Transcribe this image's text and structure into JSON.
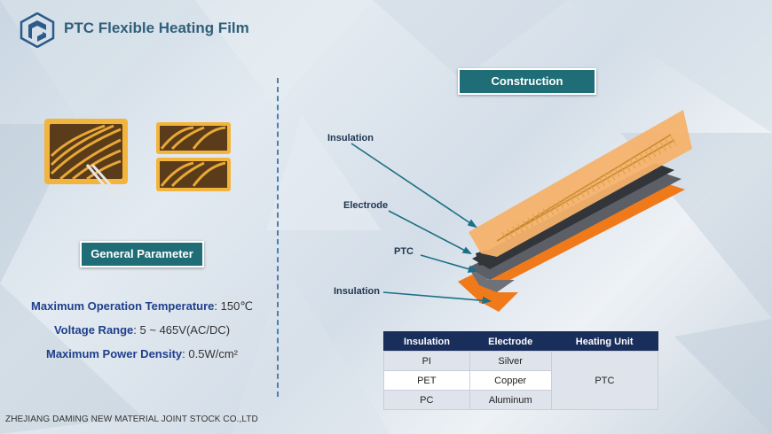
{
  "header": {
    "title": "PTC Flexible Heating Film"
  },
  "general_parameter": {
    "badge": "General Parameter",
    "rows": [
      {
        "label": "Maximum Operation Temperature",
        "sep": ": ",
        "value": "150℃"
      },
      {
        "label": "Voltage Range",
        "sep": ": ",
        "value": "5 ~ 465V(AC/DC)"
      },
      {
        "label": "Maximum Power Density",
        "sep": ": ",
        "value": "0.5W/cm²"
      }
    ]
  },
  "construction": {
    "badge": "Construction",
    "labels": {
      "insulation_top": "Insulation",
      "electrode": "Electrode",
      "ptc": "PTC",
      "insulation_bottom": "Insulation"
    }
  },
  "table": {
    "headers": [
      "Insulation",
      "Electrode",
      "Heating Unit"
    ],
    "rows": [
      {
        "insulation": "PI",
        "electrode": "Silver"
      },
      {
        "insulation": "PET",
        "electrode": "Copper"
      },
      {
        "insulation": "PC",
        "electrode": "Aluminum"
      }
    ],
    "heating_unit": "PTC"
  },
  "footer": {
    "company": "ZHEJIANG DAMING NEW MATERIAL JOINT STOCK CO.,LTD"
  },
  "colors": {
    "badge": "#1f6e77",
    "title": "#2f5f7a",
    "param_label": "#1f3f8c",
    "table_header": "#1a2e5c",
    "film_orange": "#f07a1a",
    "film_light": "#f6b26b",
    "electrode_dark": "#3a3f45"
  }
}
